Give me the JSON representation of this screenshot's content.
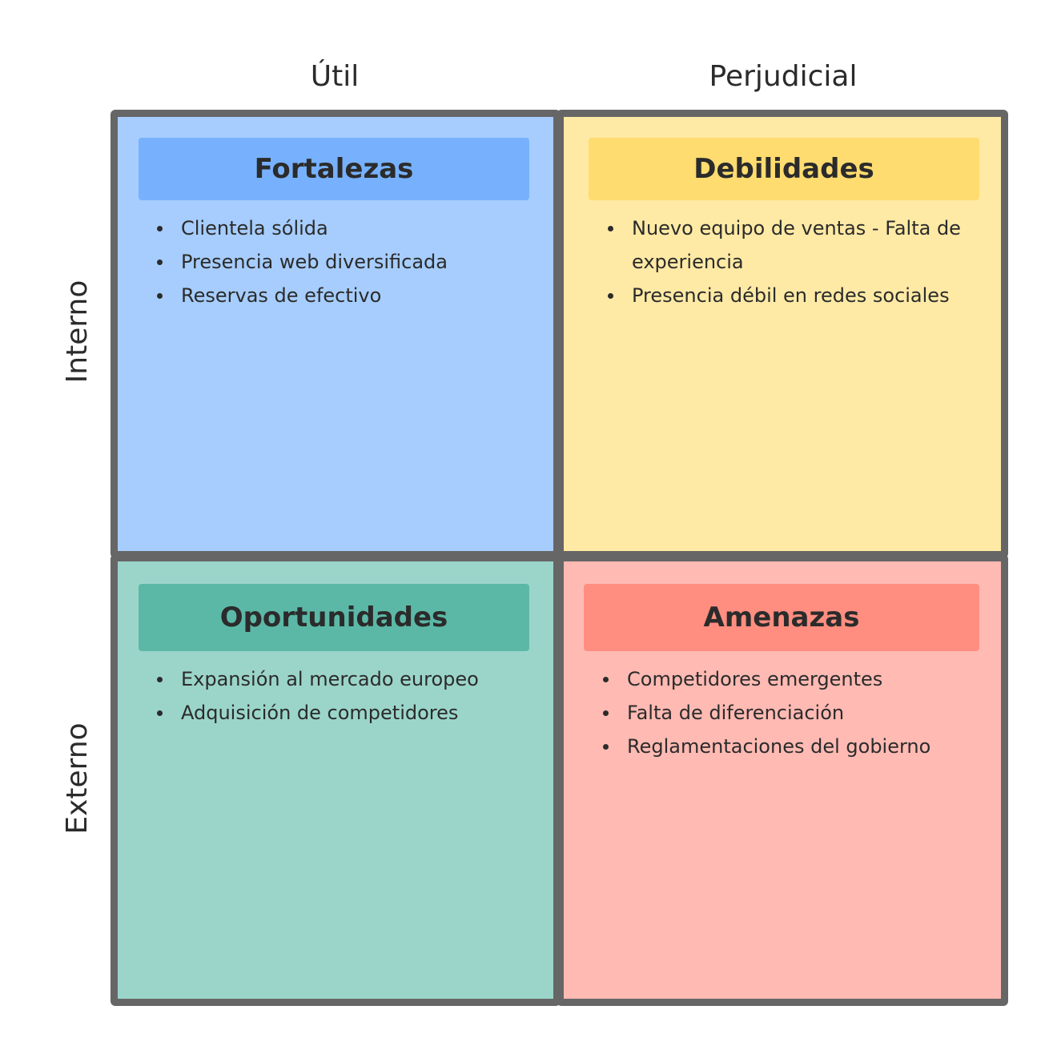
{
  "columns": {
    "left": "Útil",
    "right": "Perjudicial"
  },
  "rows": {
    "top": "Interno",
    "bottom": "Externo"
  },
  "quadrants": {
    "strengths": {
      "title": "Fortalezas",
      "items": [
        "Clientela sólida",
        "Presencia web diversificada",
        "Reservas de efectivo"
      ]
    },
    "weaknesses": {
      "title": "Debilidades",
      "items": [
        "Nuevo equipo de ventas - Falta de experiencia",
        "Presencia débil en redes sociales"
      ]
    },
    "opportunities": {
      "title": "Oportunidades",
      "items": [
        "Expansión al mercado europeo",
        "Adquisición de competidores"
      ]
    },
    "threats": {
      "title": "Amenazas",
      "items": [
        "Competidores emergentes",
        "Falta de diferenciación",
        "Reglamentaciones del gobierno"
      ]
    }
  },
  "colors": {
    "border": "#666666",
    "strengths_bg": "#a6cdfd",
    "strengths_header": "#77b1fd",
    "weaknesses_bg": "#ffeaa5",
    "weaknesses_header": "#ffdc70",
    "opportunities_bg": "#9bd5ca",
    "opportunities_header": "#5cb8a6",
    "threats_bg": "#ffbab3",
    "threats_header": "#ff8e80"
  }
}
